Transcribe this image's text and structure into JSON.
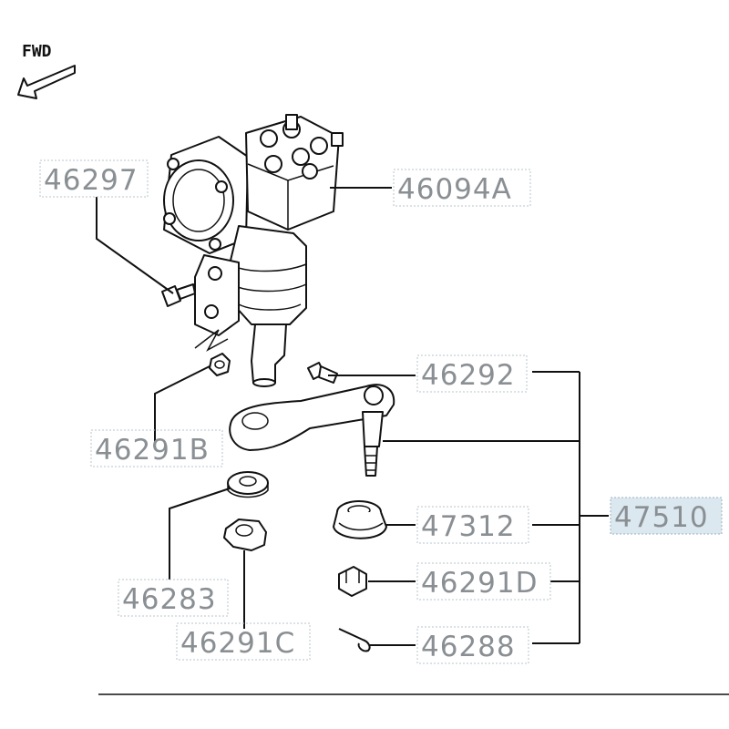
{
  "direction_label": "FWD",
  "parts": {
    "p46297": "46297",
    "p46094A": "46094A",
    "p46292": "46292",
    "p46291B": "46291B",
    "p47510": "47510",
    "p47312": "47312",
    "p46283": "46283",
    "p46291D": "46291D",
    "p46291C": "46291C",
    "p46288": "46288"
  }
}
